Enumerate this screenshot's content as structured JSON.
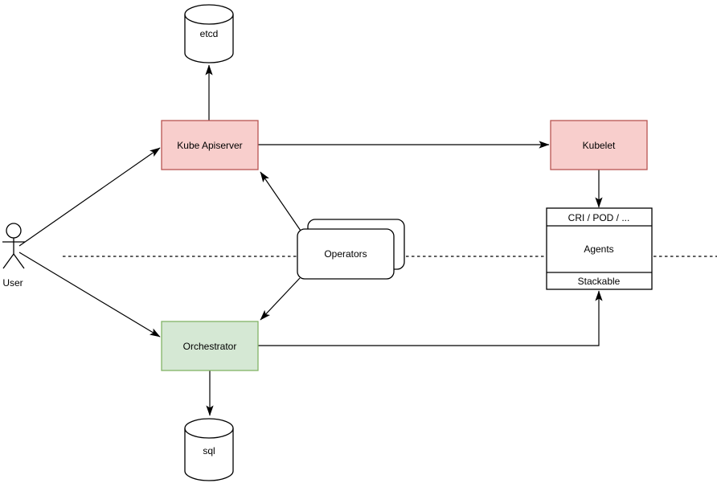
{
  "diagram": {
    "type": "flowchart",
    "nodes": {
      "etcd": {
        "label": "etcd",
        "shape": "cylinder",
        "fill": "#ffffff",
        "stroke": "#000000"
      },
      "kube_apiserver": {
        "label": "Kube Apiserver",
        "shape": "rectangle",
        "fill": "#f8cecc",
        "stroke": "#b85450"
      },
      "kubelet": {
        "label": "Kubelet",
        "shape": "rectangle",
        "fill": "#f8cecc",
        "stroke": "#b85450"
      },
      "operators": {
        "label": "Operators",
        "shape": "stacked-rounded-rectangle",
        "fill": "#ffffff",
        "stroke": "#000000"
      },
      "orchestrator": {
        "label": "Orchestrator",
        "shape": "rectangle",
        "fill": "#d5e8d4",
        "stroke": "#82b366"
      },
      "sql": {
        "label": "sql",
        "shape": "cylinder",
        "fill": "#ffffff",
        "stroke": "#000000"
      },
      "user": {
        "label": "User",
        "shape": "actor"
      },
      "agent_stack": {
        "header": "CRI / POD / ...",
        "body": "Agents",
        "footer": "Stackable",
        "shape": "partitioned-rectangle",
        "fill": "#ffffff",
        "stroke": "#000000"
      }
    },
    "edges": [
      {
        "from": "user",
        "to": "kube_apiserver",
        "arrow": "end"
      },
      {
        "from": "user",
        "to": "orchestrator",
        "arrow": "end"
      },
      {
        "from": "kube_apiserver",
        "to": "etcd",
        "arrow": "end"
      },
      {
        "from": "kube_apiserver",
        "to": "kubelet",
        "arrow": "end"
      },
      {
        "from": "kubelet",
        "to": "agent_stack",
        "arrow": "end"
      },
      {
        "from": "operators",
        "to": "kube_apiserver",
        "arrow": "end"
      },
      {
        "from": "operators",
        "to": "orchestrator",
        "arrow": "end"
      },
      {
        "from": "orchestrator",
        "to": "agent_stack",
        "arrow": "end"
      },
      {
        "from": "orchestrator",
        "to": "sql",
        "arrow": "end"
      }
    ],
    "separator": {
      "style": "dashed",
      "color": "#000000"
    },
    "background": "#ffffff"
  }
}
